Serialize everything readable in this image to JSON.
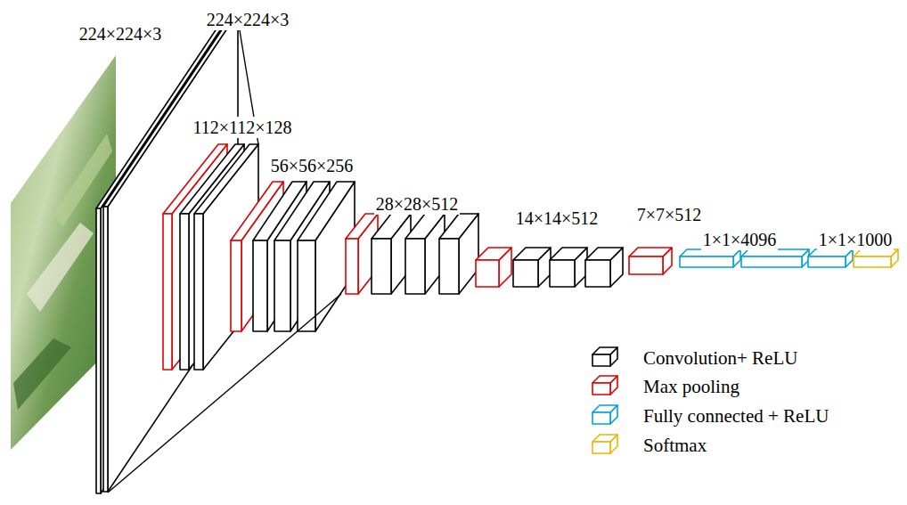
{
  "diagram": {
    "labels": [
      "224×224×3",
      "224×224×3",
      "112×112×128",
      "56×56×256",
      "28×28×512",
      "14×14×512",
      "7×7×512",
      "1×1×4096",
      "1×1×1000"
    ],
    "legend": [
      {
        "text": "Convolution+ ReLU"
      },
      {
        "text": "Max pooling"
      },
      {
        "text": "Fully connected + ReLU"
      },
      {
        "text": "Softmax"
      }
    ]
  }
}
